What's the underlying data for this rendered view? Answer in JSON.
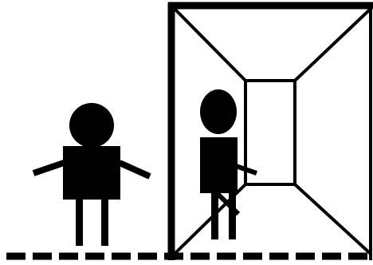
{
  "colors": {
    "background": "#ffffff",
    "ink": "#000000"
  },
  "scene": {
    "figures": [
      "standing-figure",
      "figure-in-doorway"
    ],
    "structure": "open-doorway-corridor",
    "floor": "dashed-line"
  }
}
